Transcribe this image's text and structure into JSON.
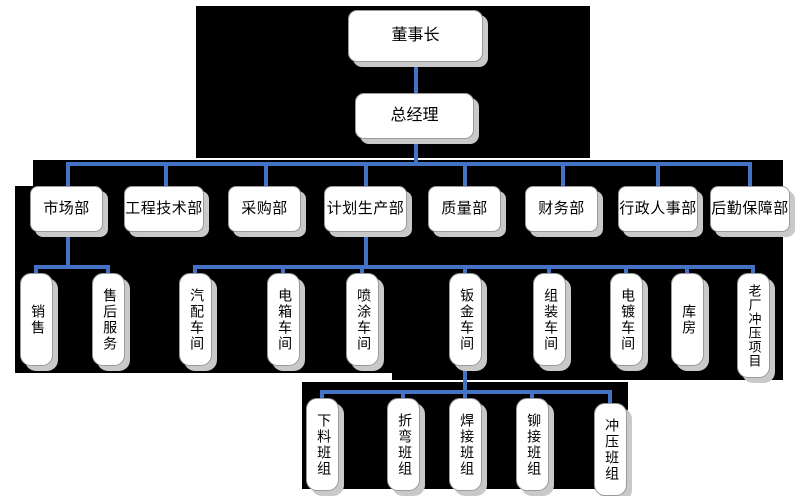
{
  "chart": {
    "title": "",
    "type": "org-chart",
    "background_color": "#000000",
    "page_color": "#ffffff",
    "connector_color": "#4472c4",
    "node_fill": "#ffffff",
    "node_border": "#9a9a9a",
    "node_shadow": "#c9c9c9"
  },
  "levels": {
    "level1": [
      {
        "id": "chairman",
        "label": "董事长"
      }
    ],
    "level2": [
      {
        "id": "general-manager",
        "label": "总经理"
      }
    ],
    "level3": [
      {
        "id": "dept-market",
        "label": "市场部"
      },
      {
        "id": "dept-engineering",
        "label": "工程技术部"
      },
      {
        "id": "dept-purchasing",
        "label": "采购部"
      },
      {
        "id": "dept-planning-production",
        "label": "计划生产部"
      },
      {
        "id": "dept-quality",
        "label": "质量部"
      },
      {
        "id": "dept-finance",
        "label": "财务部"
      },
      {
        "id": "dept-admin-hr",
        "label": "行政人事部"
      },
      {
        "id": "dept-logistics",
        "label": "后勤保障部"
      }
    ],
    "level4": [
      {
        "id": "unit-sales",
        "label": "销售"
      },
      {
        "id": "unit-after-sales",
        "label": "售后服务"
      },
      {
        "id": "unit-auto-parts-shop",
        "label": "汽配车间"
      },
      {
        "id": "unit-electric-box-shop",
        "label": "电箱车间"
      },
      {
        "id": "unit-painting-shop",
        "label": "喷涂车间"
      },
      {
        "id": "unit-sheet-metal-shop",
        "label": "钣金车间"
      },
      {
        "id": "unit-assembly-shop",
        "label": "组装车间"
      },
      {
        "id": "unit-plating-shop",
        "label": "电镀车间"
      },
      {
        "id": "unit-warehouse",
        "label": "库房"
      },
      {
        "id": "unit-old-plant-stamping",
        "label": "老厂冲压项目"
      }
    ],
    "level5": [
      {
        "id": "team-blanking",
        "label": "下料班组"
      },
      {
        "id": "team-bending",
        "label": "折弯班组"
      },
      {
        "id": "team-welding",
        "label": "焊接班组"
      },
      {
        "id": "team-riveting",
        "label": "铆接班组"
      },
      {
        "id": "team-stamping",
        "label": "冲压班组"
      }
    ]
  }
}
